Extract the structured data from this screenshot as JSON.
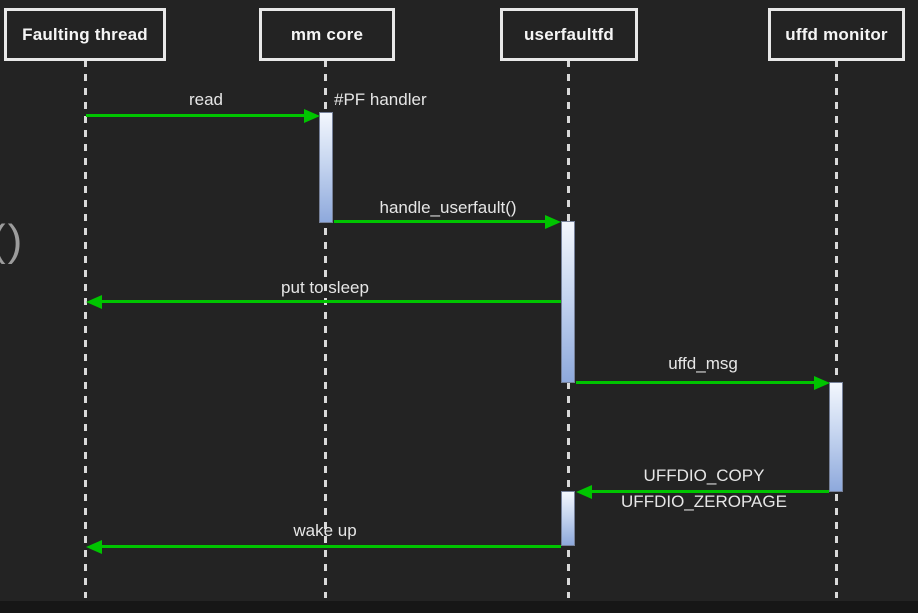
{
  "diagram": {
    "type": "sequence-diagram",
    "actors": [
      {
        "name": "Faulting thread"
      },
      {
        "name": "mm core"
      },
      {
        "name": "userfaultfd"
      },
      {
        "name": "uffd monitor"
      }
    ],
    "messages": [
      {
        "label": "read",
        "from": "Faulting thread",
        "to": "mm core",
        "direction": "right"
      },
      {
        "label": "handle_userfault()",
        "from": "mm core",
        "to": "userfaultfd",
        "direction": "right"
      },
      {
        "label": "put to sleep",
        "from": "userfaultfd",
        "to": "Faulting thread",
        "direction": "left"
      },
      {
        "label": "uffd_msg",
        "from": "userfaultfd",
        "to": "uffd monitor",
        "direction": "right"
      },
      {
        "label": "UFFDIO_COPY",
        "label_below": "UFFDIO_ZEROPAGE",
        "from": "uffd monitor",
        "to": "userfaultfd",
        "direction": "left"
      },
      {
        "label": "wake up",
        "from": "userfaultfd",
        "to": "Faulting thread",
        "direction": "left"
      }
    ],
    "annotations": [
      {
        "text": "#PF handler",
        "attached_to": "mm core activation"
      },
      {
        "text": "()",
        "note": "clipped text fragment at left edge"
      }
    ],
    "colors": {
      "background": "#232323",
      "arrow_green": "#00c400",
      "actor_border": "#e8e8e8",
      "lifeline": "#d9d9d9",
      "activation_top": "#f3f7fd",
      "activation_bottom": "#8ea9dc"
    }
  }
}
